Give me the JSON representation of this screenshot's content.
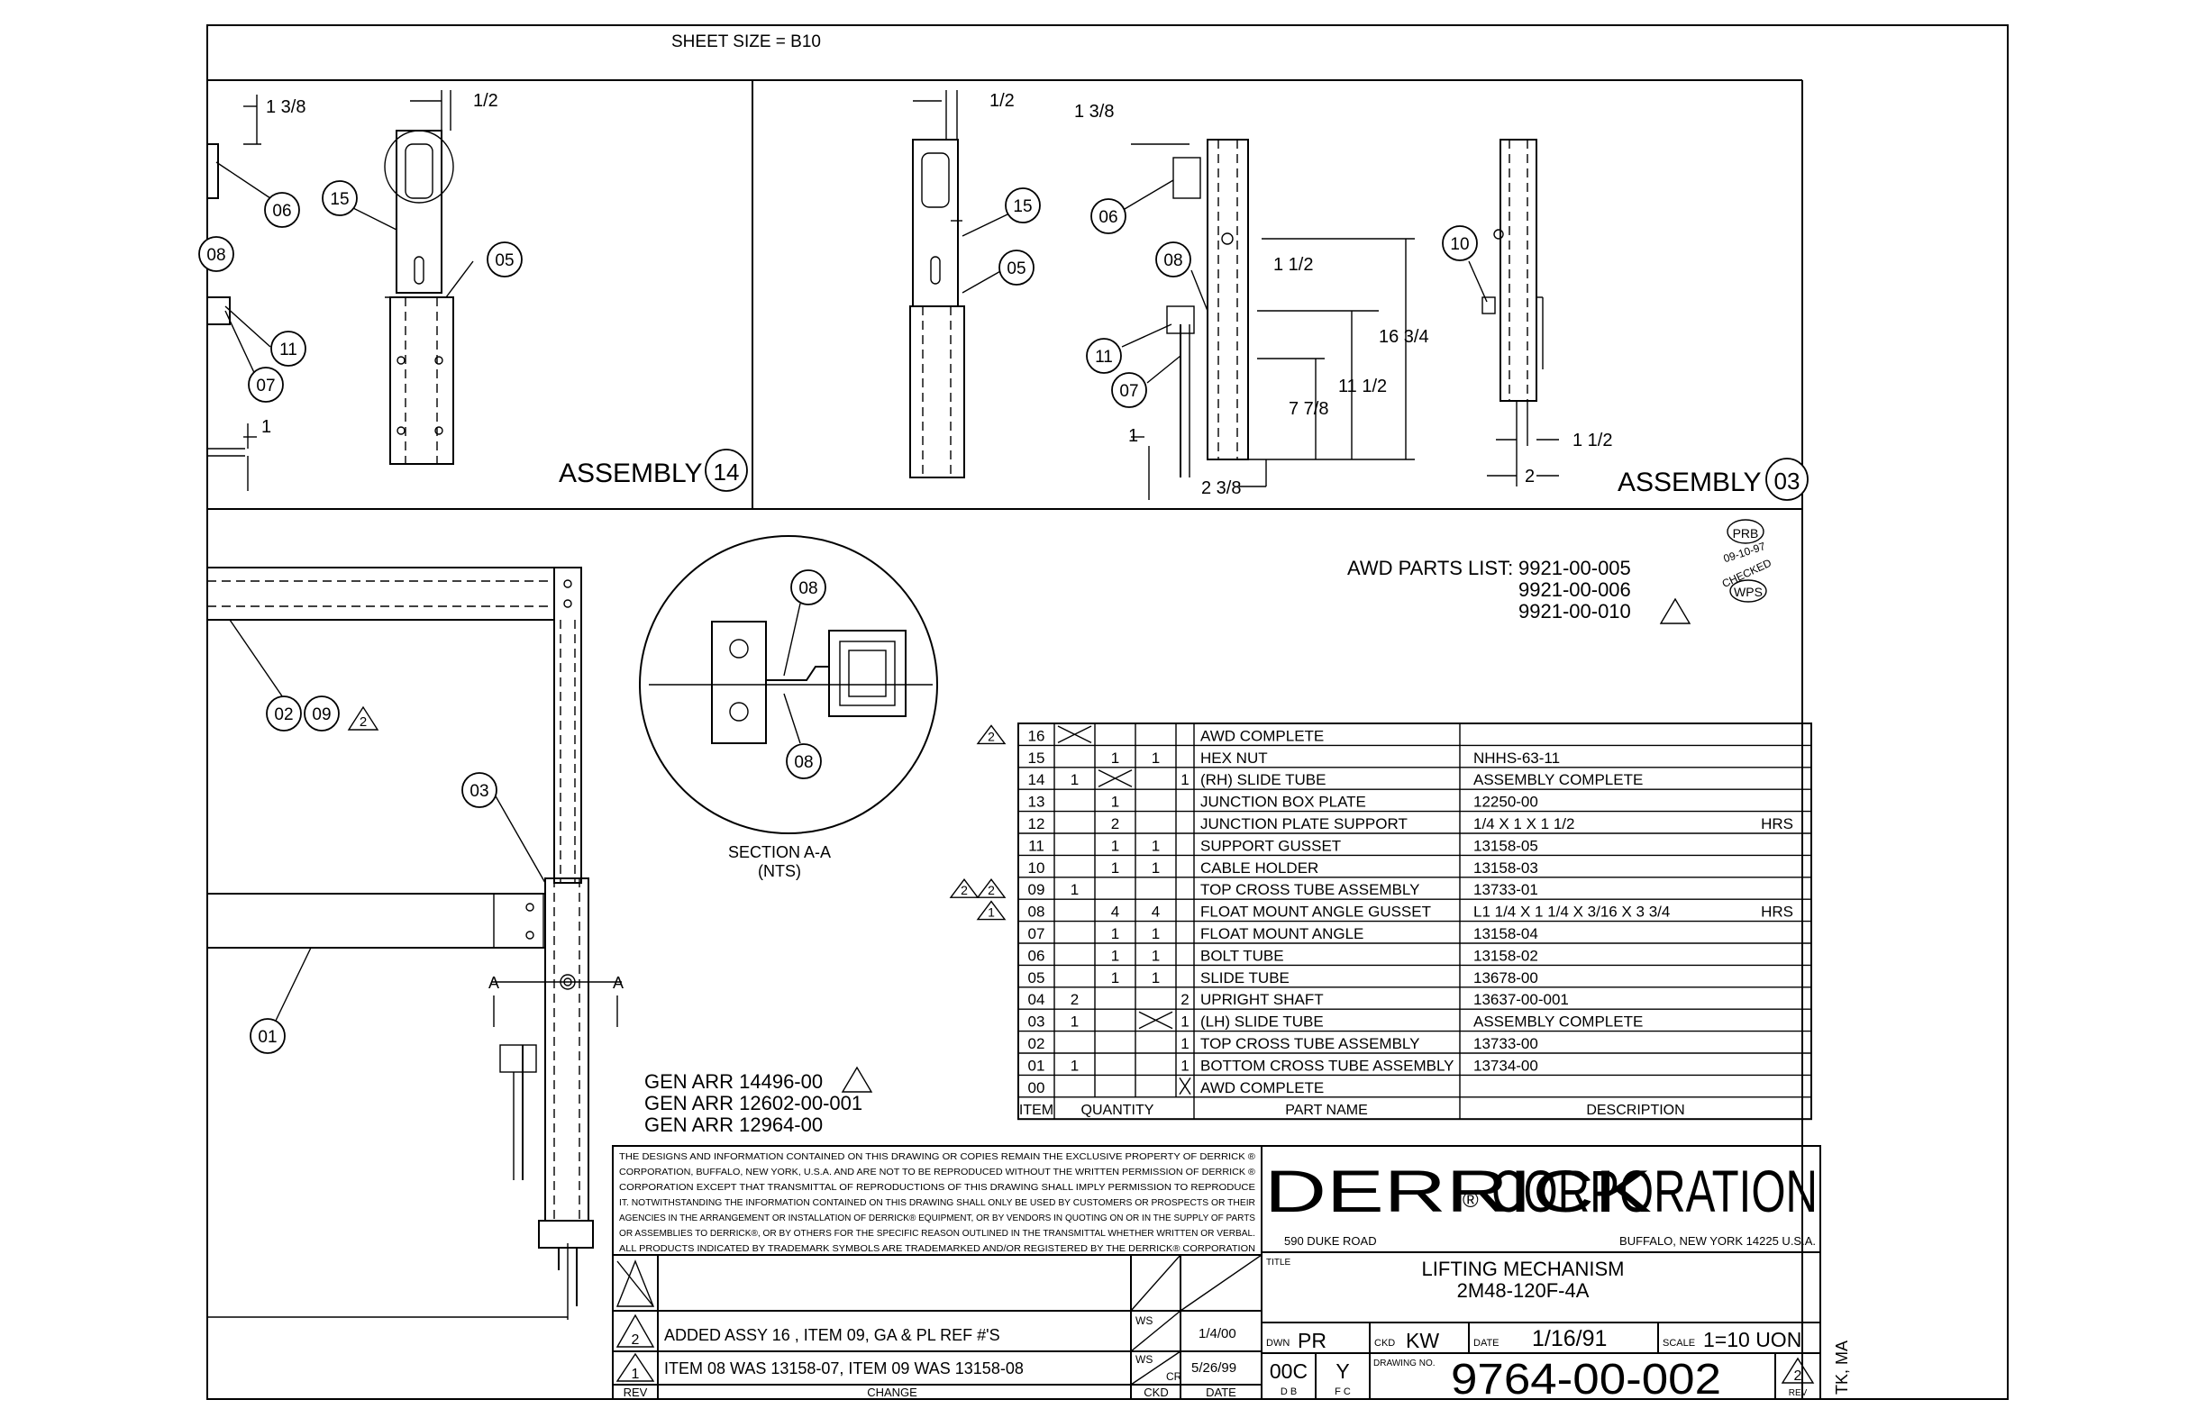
{
  "sheet_size": "SHEET SIZE = B10",
  "assembly_14": {
    "label": "ASSEMBLY",
    "number": "14",
    "dims": [
      "1 3/8",
      "1/2",
      "1"
    ],
    "balloons": [
      "06",
      "15",
      "08",
      "05",
      "11",
      "07"
    ]
  },
  "assembly_03": {
    "label": "ASSEMBLY",
    "number": "03",
    "dims": [
      "1/2",
      "1 3/8",
      "1 1/2",
      "16 3/4",
      "11 1/2",
      "7 7/8",
      "1",
      "2 3/8",
      "1 1/2",
      "2"
    ],
    "balloons": [
      "15",
      "05",
      "06",
      "08",
      "11",
      "07",
      "10"
    ]
  },
  "section": {
    "title": "SECTION A-A",
    "subtitle": "(NTS)",
    "balloons": [
      "08",
      "08"
    ],
    "cut_label": "A"
  },
  "plan_view": {
    "balloons": [
      "02",
      "09",
      "03",
      "01"
    ],
    "rev_triangle": "2"
  },
  "gen_arr": [
    "GEN ARR 14496-00",
    "GEN ARR 12602-00-001",
    "GEN ARR 12964-00"
  ],
  "awd_parts": {
    "prefix": "AWD PARTS LIST:",
    "lines": [
      "9921-00-005",
      "9921-00-006",
      "9921-00-010"
    ]
  },
  "stamp": {
    "top": "PRB",
    "date": "09-10-97",
    "middle": "CHECKED",
    "bottom": "WPS"
  },
  "parts_list": {
    "headers": {
      "item": "ITEM",
      "quantity": "QUANTITY",
      "part_name": "PART NAME",
      "description": "DESCRIPTION"
    },
    "rows": [
      {
        "item": "16",
        "q1": "X",
        "q2": "",
        "q3": "",
        "q4": "",
        "name": "AWD COMPLETE",
        "desc": "",
        "mat": "",
        "rev": "2"
      },
      {
        "item": "15",
        "q1": "",
        "q2": "1",
        "q3": "1",
        "q4": "",
        "name": "HEX NUT",
        "desc": "NHHS-63-11",
        "mat": "",
        "rev": ""
      },
      {
        "item": "14",
        "q1": "1",
        "q2": "X",
        "q3": "",
        "q4": "1",
        "name": "(RH) SLIDE TUBE",
        "desc": "ASSEMBLY COMPLETE",
        "mat": "",
        "rev": ""
      },
      {
        "item": "13",
        "q1": "",
        "q2": "1",
        "q3": "",
        "q4": "",
        "name": "JUNCTION BOX PLATE",
        "desc": "12250-00",
        "mat": "",
        "rev": ""
      },
      {
        "item": "12",
        "q1": "",
        "q2": "2",
        "q3": "",
        "q4": "",
        "name": "JUNCTION PLATE SUPPORT",
        "desc": "1/4 X 1 X 1 1/2",
        "mat": "HRS",
        "rev": ""
      },
      {
        "item": "11",
        "q1": "",
        "q2": "1",
        "q3": "1",
        "q4": "",
        "name": "SUPPORT GUSSET",
        "desc": "13158-05",
        "mat": "",
        "rev": ""
      },
      {
        "item": "10",
        "q1": "",
        "q2": "1",
        "q3": "1",
        "q4": "",
        "name": "CABLE HOLDER",
        "desc": "13158-03",
        "mat": "",
        "rev": ""
      },
      {
        "item": "09",
        "q1": "1",
        "q2": "",
        "q3": "",
        "q4": "",
        "name": "TOP CROSS TUBE ASSEMBLY",
        "desc": "13733-01",
        "mat": "",
        "rev": "2"
      },
      {
        "item": "08",
        "q1": "",
        "q2": "4",
        "q3": "4",
        "q4": "",
        "name": "FLOAT MOUNT ANGLE GUSSET",
        "desc": "L1 1/4 X 1 1/4 X 3/16 X 3 3/4",
        "mat": "HRS",
        "rev": "1"
      },
      {
        "item": "07",
        "q1": "",
        "q2": "1",
        "q3": "1",
        "q4": "",
        "name": "FLOAT MOUNT ANGLE",
        "desc": "13158-04",
        "mat": "",
        "rev": ""
      },
      {
        "item": "06",
        "q1": "",
        "q2": "1",
        "q3": "1",
        "q4": "",
        "name": "BOLT TUBE",
        "desc": "13158-02",
        "mat": "",
        "rev": ""
      },
      {
        "item": "05",
        "q1": "",
        "q2": "1",
        "q3": "1",
        "q4": "",
        "name": "SLIDE TUBE",
        "desc": "13678-00",
        "mat": "",
        "rev": ""
      },
      {
        "item": "04",
        "q1": "2",
        "q2": "",
        "q3": "",
        "q4": "2",
        "name": "UPRIGHT SHAFT",
        "desc": "13637-00-001",
        "mat": "",
        "rev": ""
      },
      {
        "item": "03",
        "q1": "1",
        "q2": "",
        "q3": "X",
        "q4": "1",
        "name": "(LH) SLIDE TUBE",
        "desc": "ASSEMBLY COMPLETE",
        "mat": "",
        "rev": ""
      },
      {
        "item": "02",
        "q1": "",
        "q2": "",
        "q3": "",
        "q4": "1",
        "name": "TOP CROSS TUBE ASSEMBLY",
        "desc": "13733-00",
        "mat": "",
        "rev": ""
      },
      {
        "item": "01",
        "q1": "1",
        "q2": "",
        "q3": "",
        "q4": "1",
        "name": "BOTTOM CROSS TUBE ASSEMBLY",
        "desc": "13734-00",
        "mat": "",
        "rev": ""
      },
      {
        "item": "00",
        "q1": "",
        "q2": "",
        "q3": "",
        "q4": "X",
        "name": "AWD COMPLETE",
        "desc": "",
        "mat": "",
        "rev": ""
      }
    ]
  },
  "notice": [
    "THE DESIGNS AND INFORMATION CONTAINED ON THIS DRAWING OR COPIES REMAIN THE EXCLUSIVE PROPERTY OF DERRICK ®",
    "CORPORATION, BUFFALO, NEW YORK, U.S.A. AND ARE NOT TO BE REPRODUCED WITHOUT THE WRITTEN PERMISSION OF DERRICK ®",
    "CORPORATION EXCEPT THAT TRANSMITTAL OF REPRODUCTIONS OF THIS DRAWING SHALL IMPLY PERMISSION TO REPRODUCE",
    "IT. NOTWITHSTANDING THE INFORMATION CONTAINED ON THIS DRAWING SHALL ONLY BE USED BY CUSTOMERS OR PROSPECTS OR THEIR",
    "AGENCIES IN THE ARRANGEMENT OR INSTALLATION OF DERRICK® EQUIPMENT, OR BY VENDORS IN QUOTING ON OR IN THE SUPPLY OF PARTS",
    "OR ASSEMBLIES TO DERRICK®, OR BY OTHERS FOR THE SPECIFIC REASON OUTLINED IN THE TRANSMITTAL WHETHER WRITTEN OR VERBAL.",
    "ALL PRODUCTS INDICATED BY TRADEMARK SYMBOLS ARE TRADEMARKED AND/OR REGISTERED BY THE DERRICK® CORPORATION"
  ],
  "title_block": {
    "company": "DERRICK",
    "reg": "®",
    "company2": "CORPORATION",
    "address_left": "590 DUKE ROAD",
    "address_right": "BUFFALO, NEW YORK 14225 U.S.A.",
    "title_label": "TITLE",
    "title_line1": "LIFTING MECHANISM",
    "title_line2": "2M48-120F-4A",
    "dwn_label": "DWN",
    "dwn": "PR",
    "ckd_label": "CKD",
    "ckd": "KW",
    "date_label": "DATE",
    "date": "1/16/91",
    "scale_label": "SCALE",
    "scale": "1=10 UON",
    "db_code": "00C",
    "db_label": "D B",
    "fc_code": "Y",
    "fc_label": "F C",
    "drawing_label": "DRAWING NO.",
    "drawing_no": "9764-00-002",
    "rev_label": "REV",
    "rev": "2",
    "initials": "TK, MA"
  },
  "revisions": {
    "headers": {
      "rev": "REV",
      "change": "CHANGE",
      "ckd": "CKD",
      "date": "DATE"
    },
    "rows": [
      {
        "rev": "2",
        "change": "ADDED ASSY 16 , ITEM 09, GA & PL REF #'S",
        "ckd1": "WS",
        "ckd2": "",
        "date": "1/4/00"
      },
      {
        "rev": "1",
        "change": "ITEM 08 WAS 13158-07, ITEM 09 WAS 13158-08",
        "ckd1": "WS",
        "ckd2": "CR",
        "date": "5/26/99"
      }
    ]
  }
}
